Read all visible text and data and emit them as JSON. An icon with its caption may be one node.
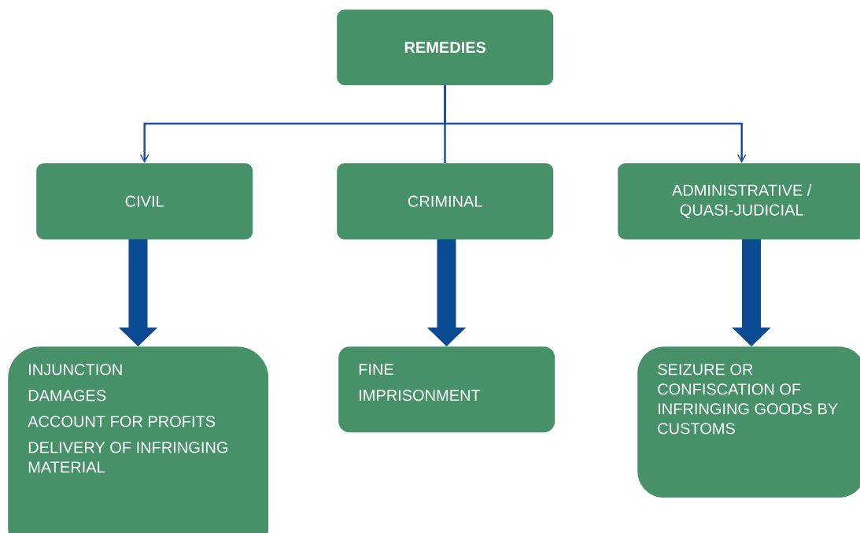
{
  "diagram": {
    "nodes": [
      {
        "text": [
          "REMEDIES"
        ]
      },
      {
        "text": [
          "CIVIL"
        ]
      },
      {
        "text": [
          "CRIMINAL"
        ]
      },
      {
        "text": [
          "ADMINISTRATIVE / QUASI-JUDICIAL"
        ]
      },
      {
        "text": [
          "INJUNCTION",
          "DAMAGES",
          "ACCOUNT FOR PROFITS",
          "DELIVERY OF INFRINGING MATERIAL"
        ]
      },
      {
        "text": [
          "FINE",
          "IMPRISONMENT"
        ]
      },
      {
        "text": [
          "SEIZURE OR CONFISCATION OF INFRINGING GOODS BY CUSTOMS"
        ]
      }
    ],
    "edges": [
      {
        "from": 0,
        "to": 1,
        "arrow": "to"
      },
      {
        "from": 0,
        "to": 2,
        "arrow": "none"
      },
      {
        "from": 0,
        "to": 3,
        "arrow": "to"
      },
      {
        "from": 1,
        "to": 4,
        "arrow": "to",
        "style": "thick",
        "color": "#0a4b94"
      },
      {
        "from": 2,
        "to": 5,
        "arrow": "to",
        "style": "thick",
        "color": "#0a4b94"
      },
      {
        "from": 3,
        "to": 6,
        "arrow": "to",
        "style": "thick",
        "color": "#0a4b94"
      }
    ]
  }
}
